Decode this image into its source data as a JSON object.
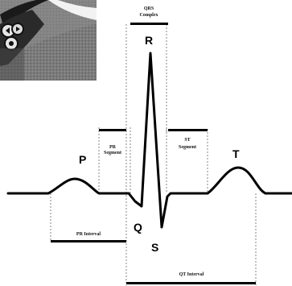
{
  "diagram": {
    "waves": {
      "p": "P",
      "q": "Q",
      "r": "R",
      "s": "S",
      "t": "T"
    },
    "segments": {
      "qrs_line1": "QRS",
      "qrs_line2": "Complex",
      "pr_seg_line1": "PR",
      "pr_seg_line2": "Segment",
      "st_seg_line1": "ST",
      "st_seg_line2": "Segment",
      "pr_interval": "PR Interval",
      "qt_interval": "QT Interval"
    }
  },
  "photo": {
    "description_icon": "device-photo-icon"
  },
  "colors": {
    "trace": "#000000",
    "guides": "#555555",
    "photo_bg": "#6e6e6e"
  }
}
